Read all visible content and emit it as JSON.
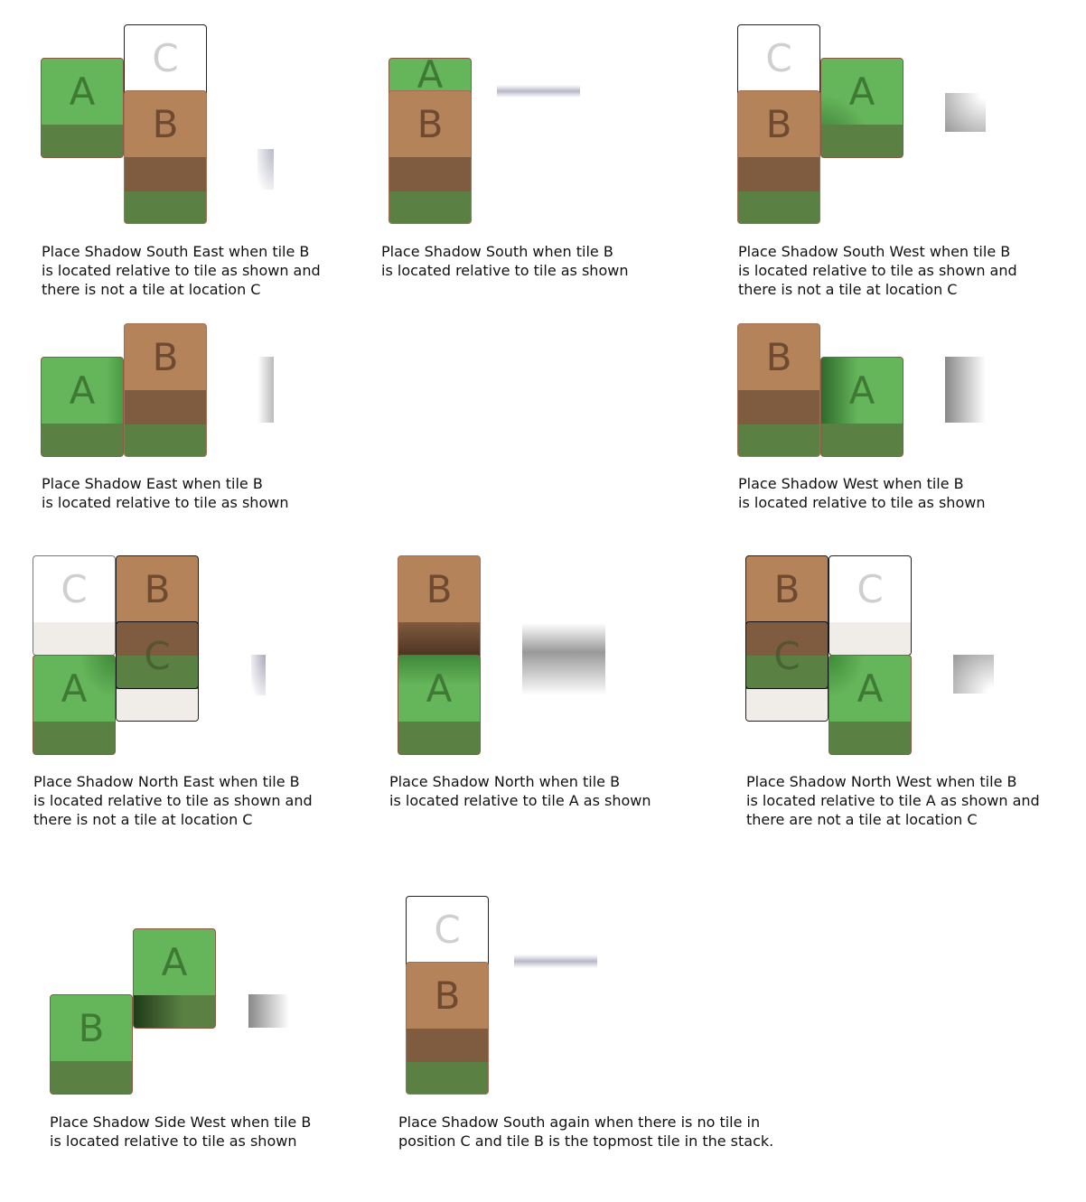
{
  "tiles": {
    "a": "A",
    "b": "B",
    "c": "C"
  },
  "captions": [
    [
      "Place Shadow South East when tile B",
      "is located relative to tile as shown and",
      "there is not a tile at location C"
    ],
    [
      "Place Shadow South when tile B",
      "is located relative to tile as shown"
    ],
    [
      "Place Shadow South West when tile B",
      "is located relative to tile as shown and",
      "there is not a tile at location C"
    ],
    [
      "Place Shadow East when tile B",
      "is located relative to tile as shown"
    ],
    [
      "Place Shadow West when tile B",
      "is located relative to tile as shown"
    ],
    [
      "Place Shadow North East when tile B",
      "is located relative to tile as shown and",
      "there is not a tile at location C"
    ],
    [
      "Place Shadow North when tile B",
      "is located relative to tile A as shown"
    ],
    [
      "Place Shadow North West when tile B",
      "is located relative to tile A as shown and",
      "there are not a tile at location C"
    ],
    [
      "Place Shadow Side West when tile B",
      "is located relative to tile as shown"
    ],
    [
      "Place Shadow South again when there is no tile in",
      "position C and tile B is the topmost tile in the stack."
    ]
  ],
  "colors": {
    "grass": "#65b55a",
    "grass_side": "#5a8043",
    "dirt": "#b5835a",
    "dirt_side": "#7f5b3f",
    "snow_side": "#f0ede8"
  }
}
